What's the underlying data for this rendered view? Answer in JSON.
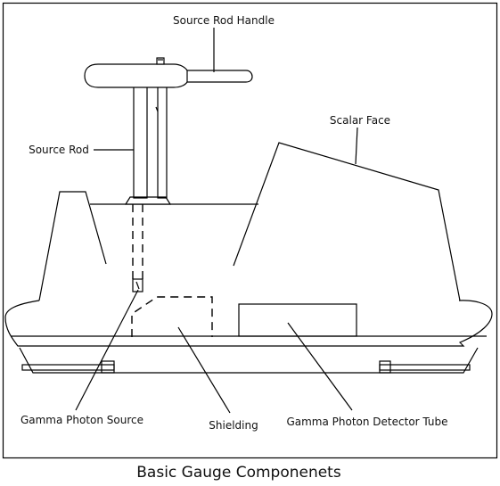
{
  "diagram": {
    "caption": "Basic Gauge Componenets",
    "labels": {
      "source_rod_handle": "Source Rod Handle",
      "scalar_face": "Scalar Face",
      "source_rod": "Source Rod",
      "gamma_photon_source": "Gamma Photon Source",
      "shielding": "Shielding",
      "gamma_photon_detector_tube": "Gamma Photon Detector Tube"
    }
  }
}
